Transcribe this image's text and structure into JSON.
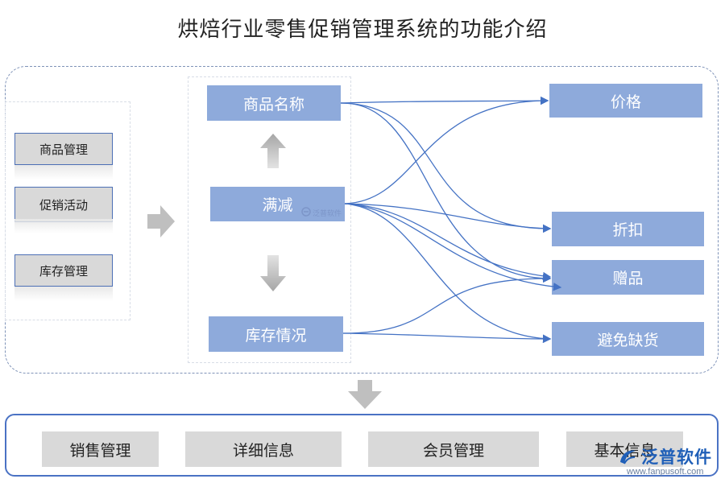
{
  "title": "烘焙行业零售促销管理系统的功能介绍",
  "left_items": [
    "商品管理",
    "促销活动",
    "库存管理"
  ],
  "middle": {
    "top": "商品名称",
    "center": "满减",
    "bottom": "库存情况"
  },
  "right_items": [
    "价格",
    "折扣",
    "赠品",
    "避免缺货"
  ],
  "bottom_items": [
    "销售管理",
    "详细信息",
    "会员管理",
    "基本信息"
  ],
  "watermark": "泛普软件",
  "logo": {
    "text": "泛普软件",
    "url": "www.fanpusoft.com"
  },
  "colors": {
    "blue_box": "#8eaadb",
    "gray_box": "#d9d9d9",
    "border_blue": "#4a72c4",
    "arrow_line": "#4472c4",
    "gray_arrow": "#bfbfbf"
  }
}
